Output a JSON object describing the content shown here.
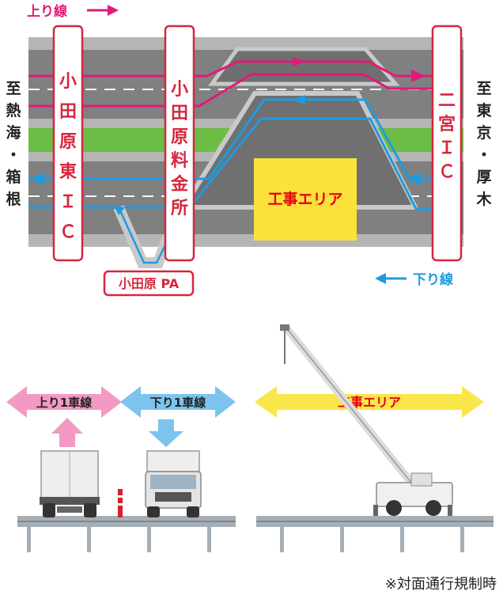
{
  "labels": {
    "up_line": "上り線",
    "down_line": "下り線",
    "to_west": [
      "至",
      "熱",
      "海",
      "・",
      "箱",
      "根"
    ],
    "to_east": [
      "至",
      "東",
      "京",
      "・",
      "厚",
      "木"
    ],
    "ic_odawara_higashi": [
      "小",
      "田",
      "原",
      "東",
      "Ｉ",
      "Ｃ"
    ],
    "odawara_tollgate": [
      "小",
      "田",
      "原",
      "料",
      "金",
      "所"
    ],
    "ninomiya_ic": [
      "二",
      "宮",
      "Ｉ",
      "Ｃ"
    ],
    "odawara_pa": "小田原 PA",
    "construction_area": "工事エリア",
    "up_lane_1": "上り1車線",
    "down_lane_1": "下り1車線",
    "construction_area_bottom": "工事エリア",
    "footnote": "※対面通行規制時"
  },
  "colors": {
    "up_route": "#e2197a",
    "down_route": "#1e9be0",
    "road": "#7d7d7d",
    "road_shoulder": "#a8a8a8",
    "median_green": "#6cbd45",
    "construction_yellow": "#fde13b",
    "construction_text": "#e60012",
    "sign_border": "#d7263d",
    "arrow_pink": "#f29ac4",
    "arrow_blue": "#7cc4ee",
    "arrow_yellow": "#f9e64a"
  }
}
